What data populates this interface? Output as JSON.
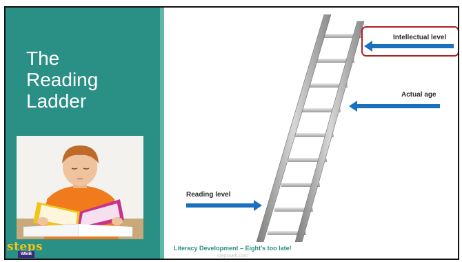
{
  "slide": {
    "title": "The\nReading\nLadder",
    "labels": {
      "intellectual_level": "Intellectual level",
      "actual_age": "Actual age",
      "reading_level": "Reading level"
    },
    "footer": "Literacy Development – Eight's too late!",
    "footer_url": "stepsweb.com",
    "logo": {
      "text": "steps",
      "sub": "WEB"
    }
  },
  "colors": {
    "sidebar": "#2a8f85",
    "arrow": "#1a6fbf",
    "highlight": "#b01e22"
  },
  "images": {
    "photo": "boy-reading-book",
    "ladder": "ladder"
  }
}
